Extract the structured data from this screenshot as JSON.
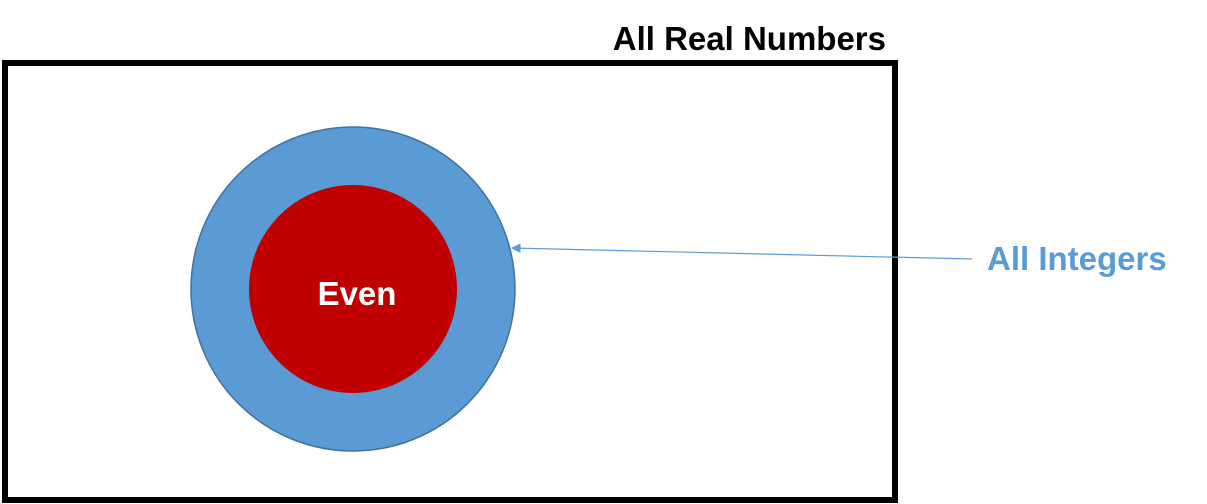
{
  "diagram": {
    "universe_label": "All Real Numbers",
    "outer_set_label": "All Integers",
    "inner_set_label": "Even"
  },
  "colors": {
    "universe_border": "#000000",
    "outer_set_fill": "#5B9BD5",
    "outer_set_stroke": "#41719C",
    "inner_set_fill": "#C00000",
    "inner_label_color": "#FFFFFF",
    "outer_label_color": "#5B9BD5",
    "arrow_color": "#5B9BD5"
  }
}
